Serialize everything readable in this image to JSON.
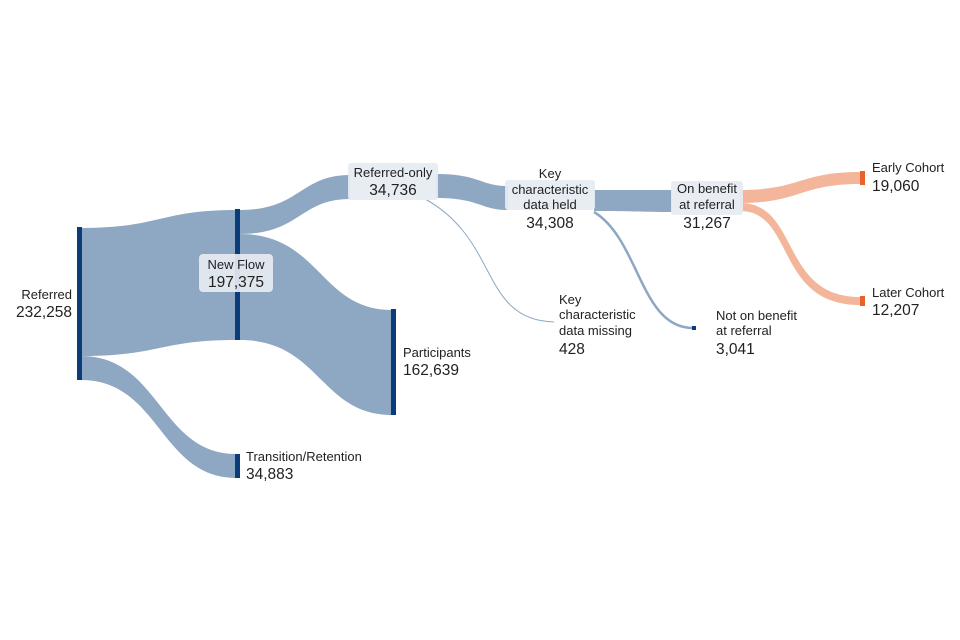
{
  "colors": {
    "node_dark": "#0b3c7a",
    "link_blue": "#8ea8c3",
    "link_orange": "#f4b69a",
    "node_orange": "#e8632a",
    "label_bg": "#e6ecf2"
  },
  "nodes": {
    "referred": {
      "name": "Referred",
      "value": "232,258"
    },
    "new_flow": {
      "name": "New Flow",
      "value": "197,375"
    },
    "transition": {
      "name": "Transition/Retention",
      "value": "34,883"
    },
    "participants": {
      "name": "Participants",
      "value": "162,639"
    },
    "referred_only": {
      "name": "Referred-only",
      "value": "34,736"
    },
    "key_held": {
      "name_lines": [
        "Key",
        "characteristic",
        "data held"
      ],
      "value": "34,308"
    },
    "key_missing": {
      "name_lines": [
        "Key",
        "characteristic",
        "data missing"
      ],
      "value": "428"
    },
    "on_benefit": {
      "name_lines": [
        "On benefit",
        "at referral"
      ],
      "value": "31,267"
    },
    "not_on_benefit": {
      "name_lines": [
        "Not on benefit",
        "at referral"
      ],
      "value": "3,041"
    },
    "early": {
      "name": "Early Cohort",
      "value": "19,060"
    },
    "later": {
      "name": "Later Cohort",
      "value": "12,207"
    }
  },
  "flows": [
    {
      "from": "Referred",
      "to": "New Flow",
      "value": 197375
    },
    {
      "from": "Referred",
      "to": "Transition/Retention",
      "value": 34883
    },
    {
      "from": "New Flow",
      "to": "Referred-only",
      "value": 34736
    },
    {
      "from": "New Flow",
      "to": "Participants",
      "value": 162639
    },
    {
      "from": "Referred-only",
      "to": "Key characteristic data held",
      "value": 34308
    },
    {
      "from": "Referred-only",
      "to": "Key characteristic data missing",
      "value": 428
    },
    {
      "from": "Key characteristic data held",
      "to": "On benefit at referral",
      "value": 31267
    },
    {
      "from": "Key characteristic data held",
      "to": "Not on benefit at referral",
      "value": 3041
    },
    {
      "from": "On benefit at referral",
      "to": "Early Cohort",
      "value": 19060
    },
    {
      "from": "On benefit at referral",
      "to": "Later Cohort",
      "value": 12207
    }
  ]
}
